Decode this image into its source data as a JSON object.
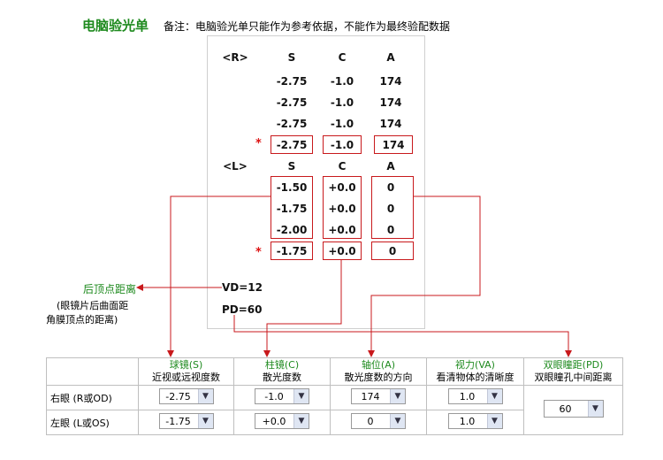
{
  "header": {
    "title": "电脑验光单",
    "note": "备注：电脑验光单只能作为参考依据，不能作为最终验配数据"
  },
  "prescription": {
    "right_label": "<R>",
    "left_label": "<L>",
    "col_s": "S",
    "col_c": "C",
    "col_a": "A",
    "right_rows": [
      {
        "s": "-2.75",
        "c": "-1.0",
        "a": "174"
      },
      {
        "s": "-2.75",
        "c": "-1.0",
        "a": "174"
      },
      {
        "s": "-2.75",
        "c": "-1.0",
        "a": "174"
      }
    ],
    "right_final": {
      "s": "-2.75",
      "c": "-1.0",
      "a": "174"
    },
    "left_rows": [
      {
        "s": "-1.50",
        "c": "+0.0",
        "a": "0"
      },
      {
        "s": "-1.75",
        "c": "+0.0",
        "a": "0"
      },
      {
        "s": "-2.00",
        "c": "+0.0",
        "a": "0"
      }
    ],
    "left_final": {
      "s": "-1.75",
      "c": "+0.0",
      "a": "0"
    },
    "star": "*",
    "vd": "VD=12",
    "pd": "PD=60"
  },
  "annotation": {
    "title": "后顶点距离",
    "line1": "(眼镜片后曲面距",
    "line2": "角膜顶点的距离)"
  },
  "form": {
    "columns": [
      {
        "title": "球镜(S)",
        "subtitle": "近视或远视度数"
      },
      {
        "title": "柱镜(C)",
        "subtitle": "散光度数"
      },
      {
        "title": "轴位(A)",
        "subtitle": "散光度数的方向"
      },
      {
        "title": "视力(VA)",
        "subtitle": "看清物体的清晰度"
      },
      {
        "title": "双眼瞳距(PD)",
        "subtitle": "双眼瞳孔中间距离"
      }
    ],
    "right_eye_label": "右眼 (R或OD)",
    "left_eye_label": "左眼 (L或OS)",
    "right_values": {
      "s": "-2.75",
      "c": "-1.0",
      "a": "174",
      "va": "1.0"
    },
    "left_values": {
      "s": "-1.75",
      "c": "+0.0",
      "a": "0",
      "va": "1.0"
    },
    "pd_value": "60"
  },
  "colors": {
    "accent_green": "#1e8a1e",
    "highlight_red": "#c8191c",
    "select_button": "#dfe6f3"
  },
  "icons": {
    "dropdown": "chevron-down-icon",
    "arrow": "arrow-icon"
  }
}
